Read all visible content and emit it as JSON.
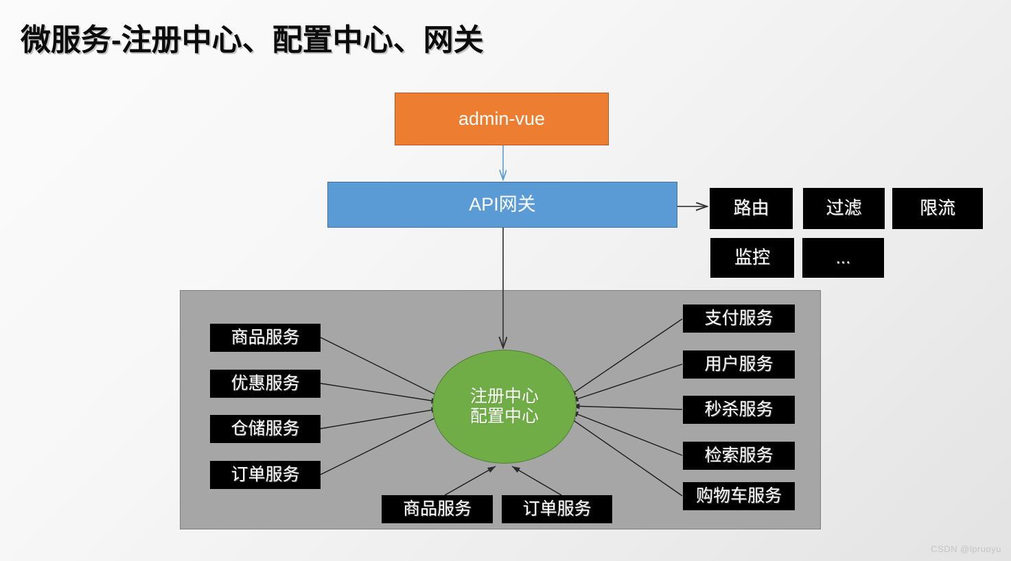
{
  "title": "微服务-注册中心、配置中心、网关",
  "watermark": "CSDN @lpruoyu",
  "colors": {
    "admin_vue_fill": "#ed7d31",
    "admin_vue_border": "#ae5a21",
    "api_gateway_fill": "#5b9bd5",
    "api_gateway_border": "#41719c",
    "registry_fill": "#70ad47",
    "registry_border": "#507e32",
    "container_fill": "#a6a6a6",
    "container_border": "#7f7f7f",
    "node_fill": "#000000",
    "node_text": "#ffffff",
    "arrow_dark": "#404040",
    "arrow_blue": "#5b9bd5"
  },
  "nodes": {
    "admin_vue": "admin-vue",
    "api_gateway": "API网关",
    "registry_line1": "注册中心",
    "registry_line2": "配置中心"
  },
  "gateway_features": [
    {
      "label": "路由"
    },
    {
      "label": "过滤"
    },
    {
      "label": "限流"
    },
    {
      "label": "监控"
    },
    {
      "label": "..."
    }
  ],
  "services_left": [
    {
      "label": "商品服务"
    },
    {
      "label": "优惠服务"
    },
    {
      "label": "仓储服务"
    },
    {
      "label": "订单服务"
    }
  ],
  "services_right": [
    {
      "label": "支付服务"
    },
    {
      "label": "用户服务"
    },
    {
      "label": "秒杀服务"
    },
    {
      "label": "检索服务"
    },
    {
      "label": "购物车服务"
    }
  ],
  "services_bottom": [
    {
      "label": "商品服务"
    },
    {
      "label": "订单服务"
    }
  ]
}
